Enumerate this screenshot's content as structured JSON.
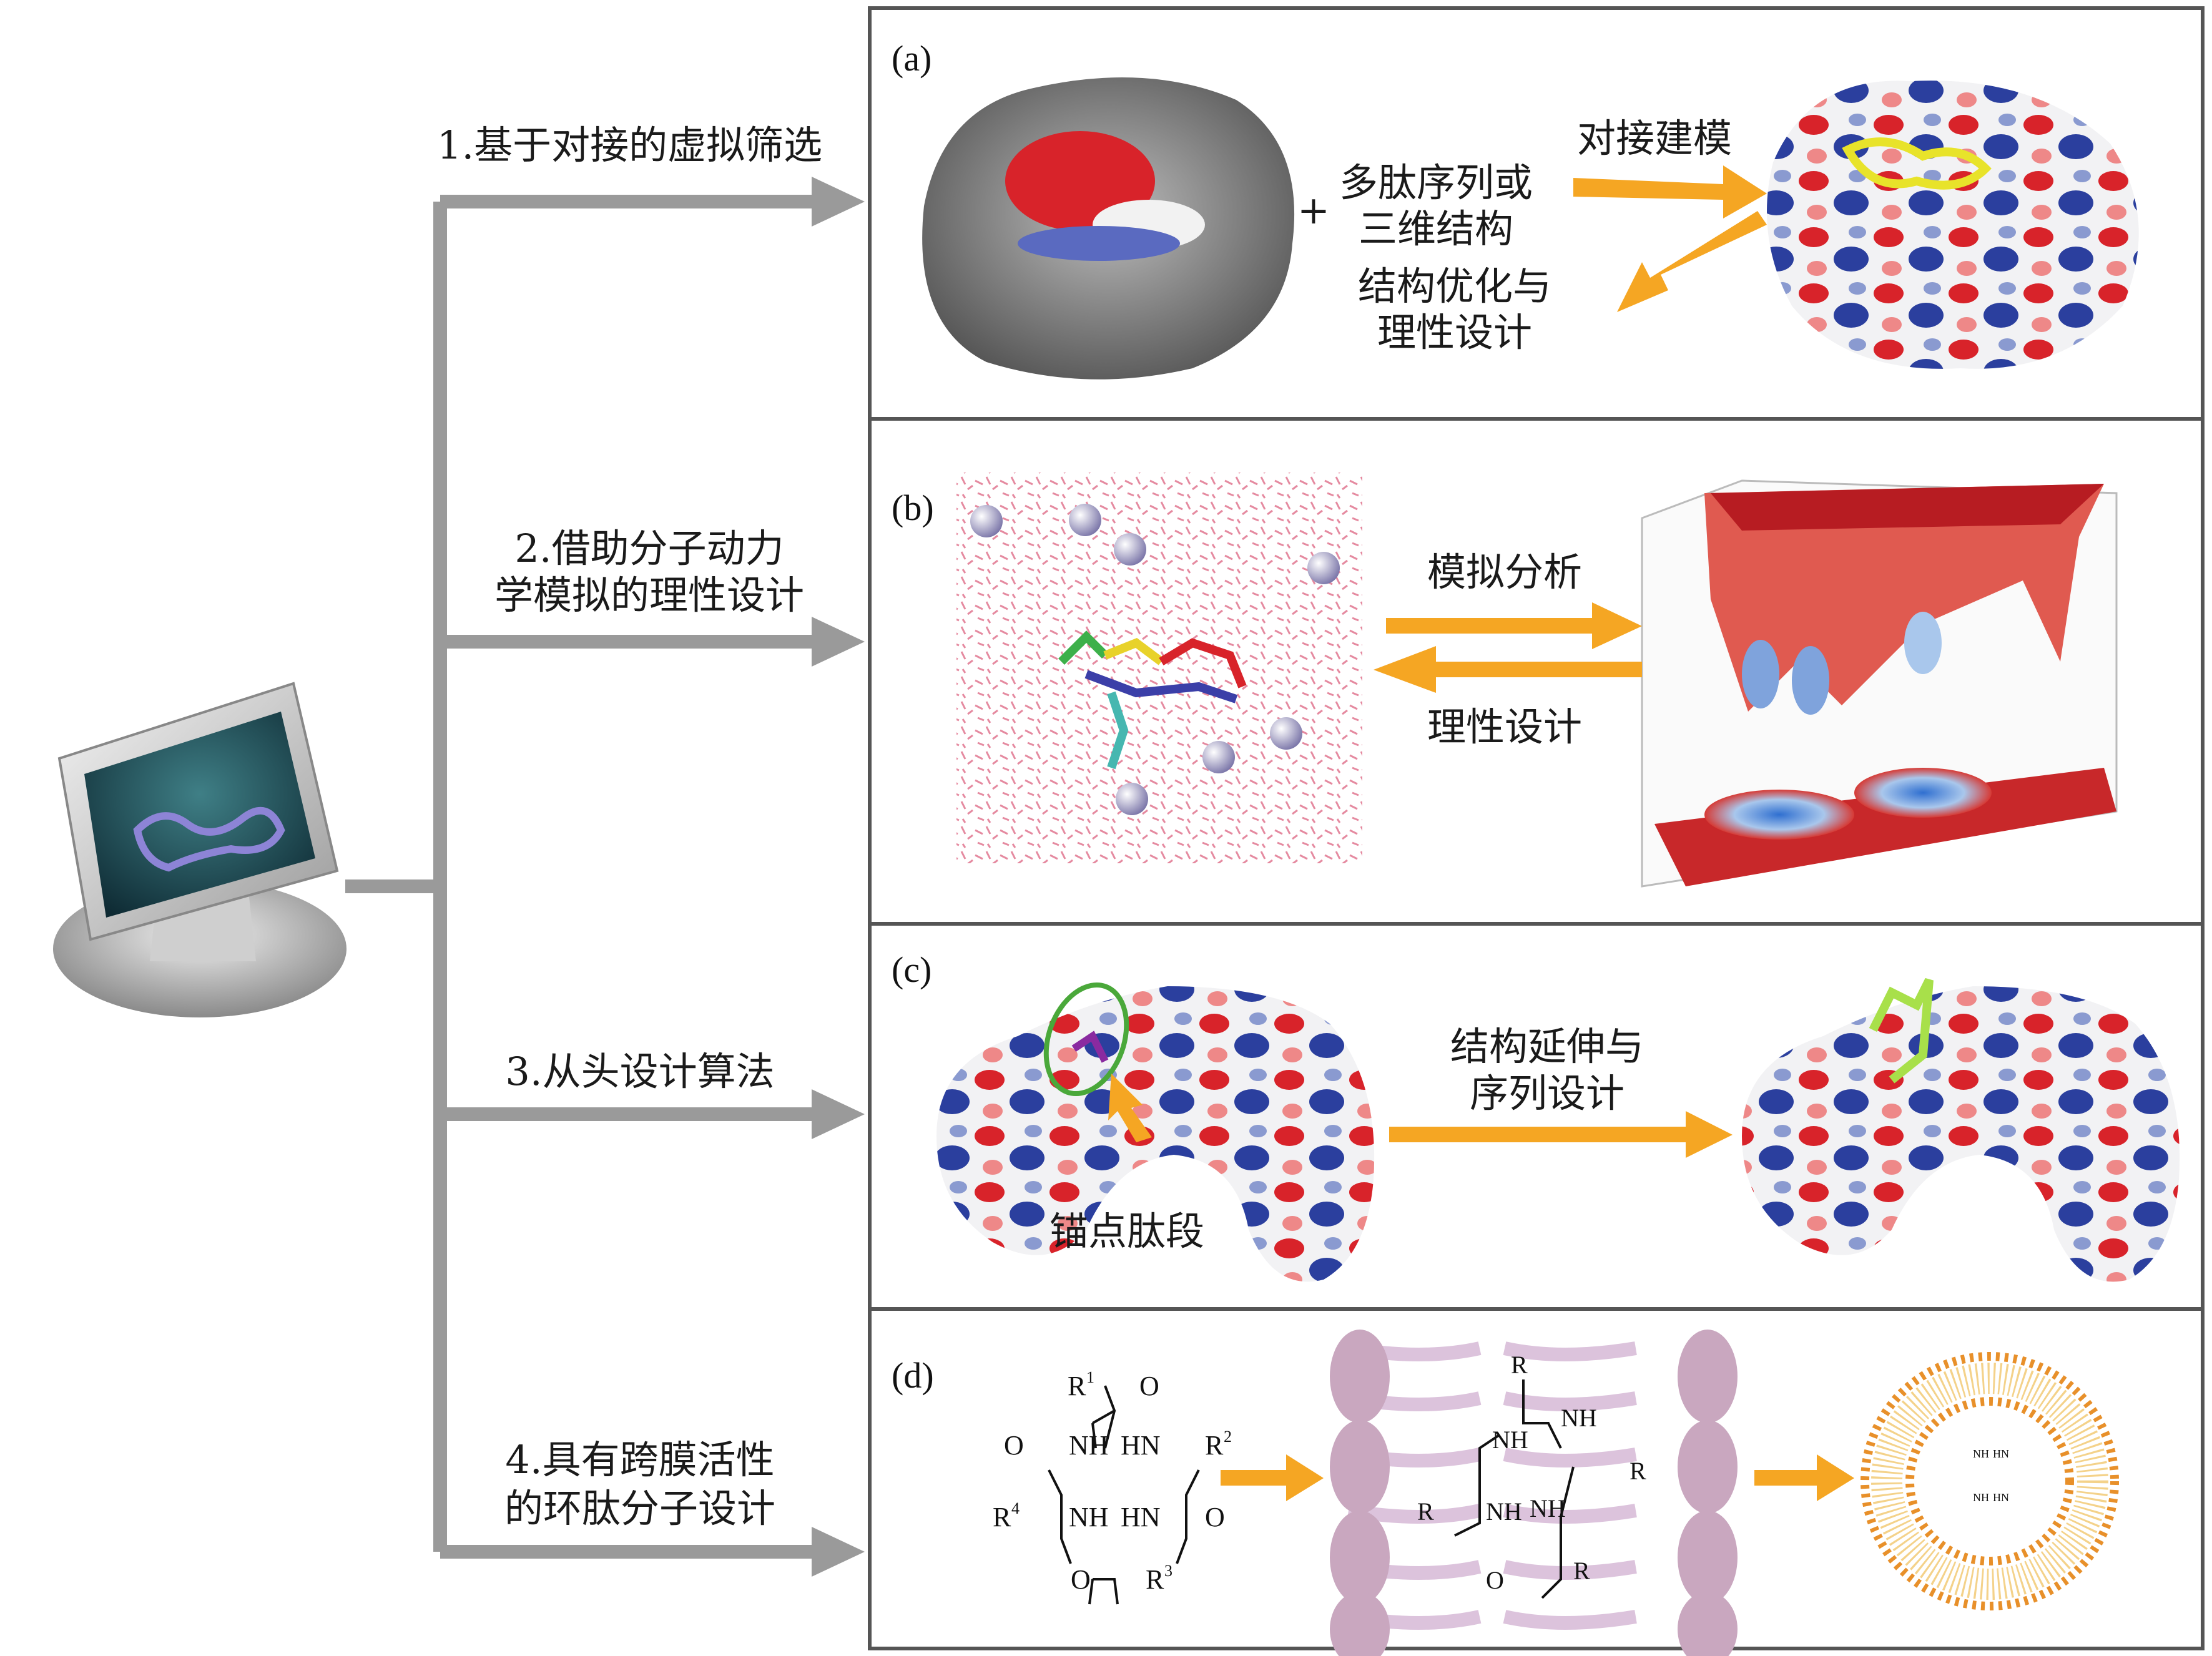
{
  "branches": {
    "b1": "1.基于对接的虚拟筛选",
    "b2_line1": "2.借助分子动力",
    "b2_line2": "学模拟的理性设计",
    "b3": "3.从头设计算法",
    "b4_line1": "4.具有跨膜活性",
    "b4_line2": "的环肽分子设计"
  },
  "panel_a": {
    "tag": "(a)",
    "plus": "+",
    "input_line1": "多肽序列或",
    "input_line2": "三维结构",
    "forward": "对接建模",
    "back_line1": "结构优化与",
    "back_line2": "理性设计"
  },
  "panel_b": {
    "tag": "(b)",
    "forward": "模拟分析",
    "back": "理性设计"
  },
  "panel_c": {
    "tag": "(c)",
    "forward_line1": "结构延伸与",
    "forward_line2": "序列设计",
    "anchor": "锚点肽段"
  },
  "panel_d": {
    "tag": "(d)",
    "chem": {
      "r1": "R",
      "r2": "R",
      "r3": "R",
      "r4": "R",
      "s1": "1",
      "s2": "2",
      "s3": "3",
      "s4": "4",
      "nh": "NH",
      "hn": "HN",
      "o": "O"
    }
  },
  "colors": {
    "arrow": "#f5a623",
    "connector": "#9a9a9a",
    "positive": "#2b3f9e",
    "negative": "#d8232a",
    "membrane": "#c9a7bf",
    "vesicle": "#e8902a"
  }
}
